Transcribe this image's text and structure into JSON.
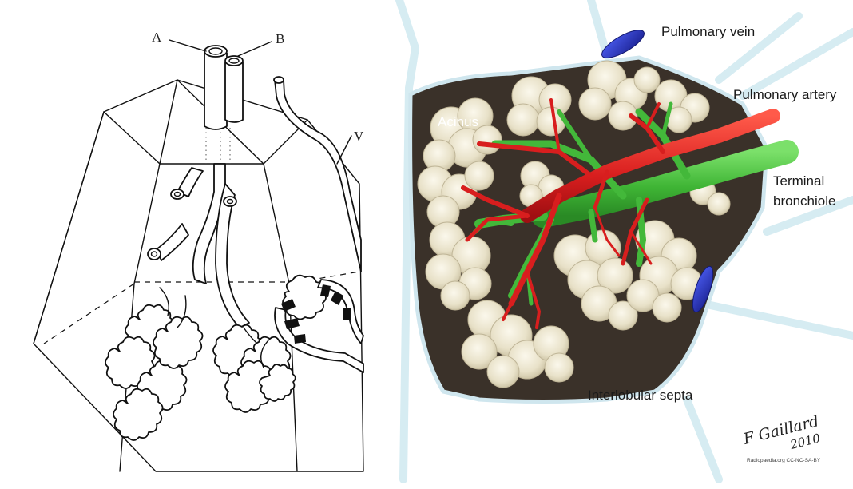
{
  "left_panel": {
    "labels": {
      "a": "A",
      "b": "B",
      "v": "V"
    }
  },
  "right_panel": {
    "labels": {
      "pulmonary_vein": "Pulmonary vein",
      "pulmonary_artery": "Pulmonary artery",
      "terminal_bronchiole_line1": "Terminal",
      "terminal_bronchiole_line2": "bronchiole",
      "acinus": "Acinus",
      "interlobular_septa": "Interlobular septa"
    },
    "signature": {
      "name": "F Gaillard",
      "year": "2010"
    },
    "credit": "Radiopaedia.org CC-NC-SA-BY"
  },
  "colors": {
    "artery": "#d81e1e",
    "bronchiole": "#4cbf3c",
    "vein": "#2a35c8",
    "septa": "#cfe6ee",
    "acinus": "#ece6cf",
    "background": "#3a3129"
  }
}
